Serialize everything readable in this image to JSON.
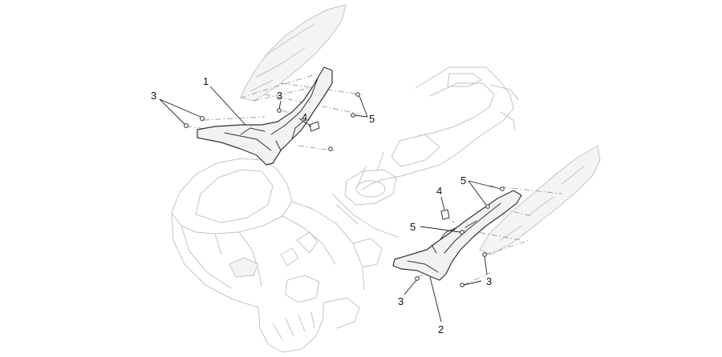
{
  "callouts": {
    "c1": "1",
    "c2": "2",
    "c3_left": "3",
    "c3_upper": "3",
    "c3_lower_right": "3",
    "c3_lower_left": "3",
    "c4_upper": "4",
    "c4_lower": "4",
    "c5_upper": "5",
    "c5_lower_top": "5",
    "c5_lower_mid": "5"
  },
  "colors": {
    "ghost_outline": "#c4c4c4",
    "part_outline": "#333333",
    "label_text": "#111111"
  }
}
